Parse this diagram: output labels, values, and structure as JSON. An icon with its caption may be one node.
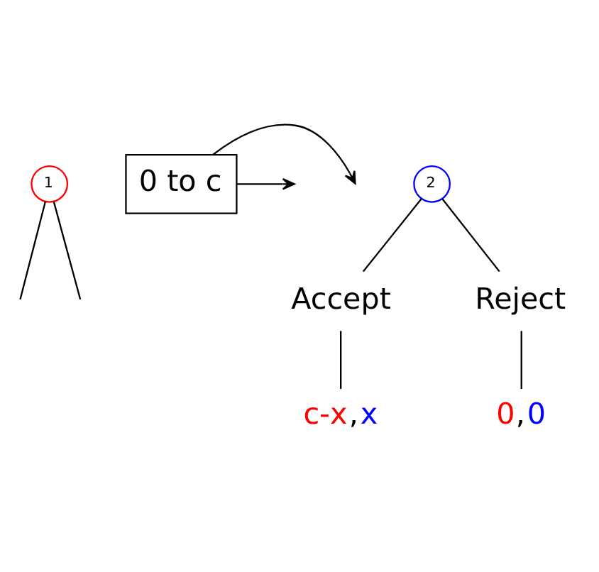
{
  "diagram": {
    "nodes": [
      {
        "text": [
          "1"
        ]
      },
      {
        "text": [
          "0 to c"
        ]
      },
      {
        "text": [
          "2"
        ]
      },
      {
        "text": [
          "Accept"
        ]
      },
      {
        "text": [
          "Reject"
        ]
      },
      {
        "text": [
          "c-x,x"
        ]
      },
      {
        "text": [
          "0,0"
        ]
      }
    ],
    "edges": [
      {
        "from": 0,
        "to": null,
        "arrow": "none"
      },
      {
        "from": 0,
        "to": null,
        "arrow": "none"
      },
      {
        "from": 1,
        "to": null,
        "arrow": "to"
      },
      {
        "from": 1,
        "to": null,
        "arrow": "to"
      },
      {
        "from": 2,
        "to": 3,
        "arrow": "none"
      },
      {
        "from": 2,
        "to": 4,
        "arrow": "none"
      },
      {
        "from": 3,
        "to": 5,
        "arrow": "none"
      },
      {
        "from": 4,
        "to": 6,
        "arrow": "none"
      }
    ]
  }
}
